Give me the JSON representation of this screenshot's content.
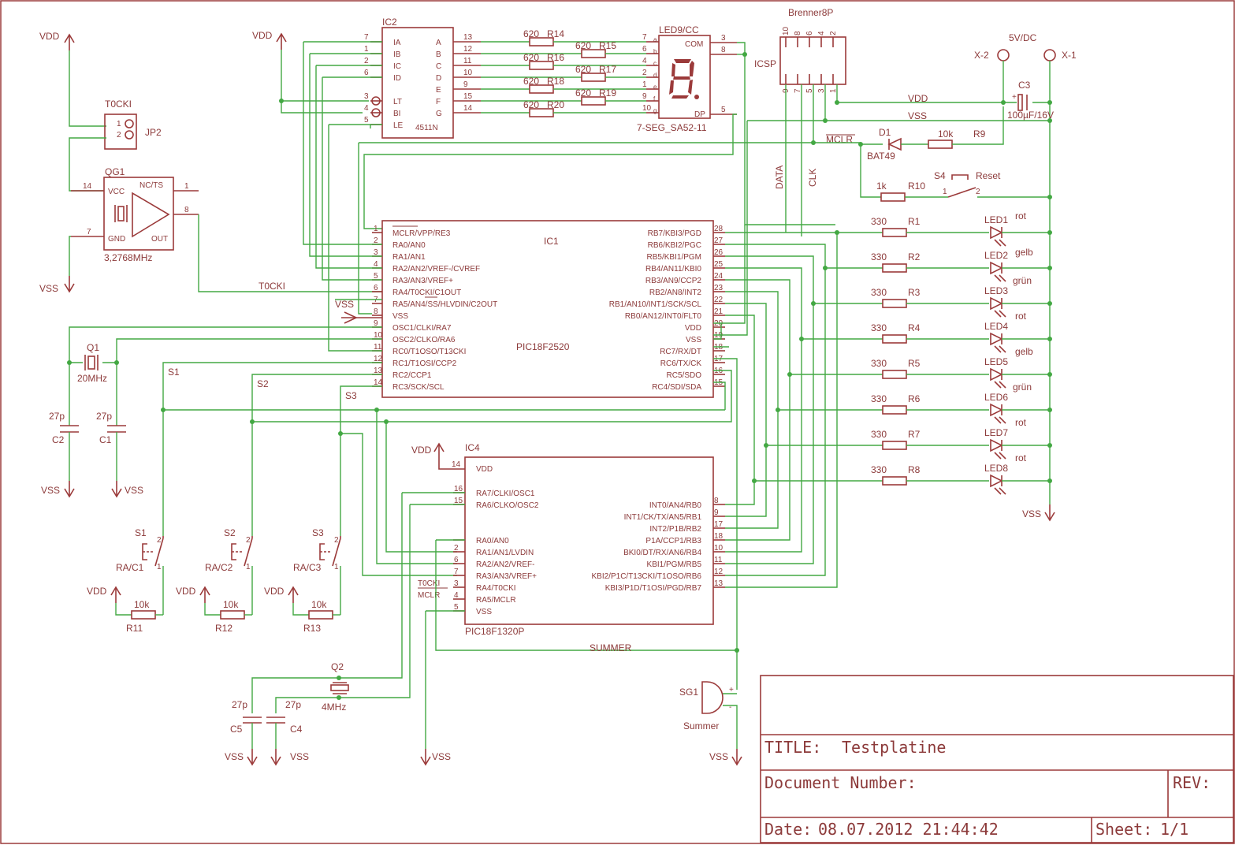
{
  "colors": {
    "wire": "#43a843",
    "symbol": "#9b3a3a",
    "text": "#8c3a3a",
    "background": "#ffffff"
  },
  "ic2": {
    "name": "IC2",
    "part": "4511N",
    "left_pins": [
      {
        "num": "7",
        "label": "IA"
      },
      {
        "num": "1",
        "label": "IB"
      },
      {
        "num": "2",
        "label": "IC"
      },
      {
        "num": "6",
        "label": "ID"
      },
      {
        "num": "3",
        "label": "LT"
      },
      {
        "num": "4",
        "label": "BI"
      },
      {
        "num": "5",
        "label": "LE"
      }
    ],
    "right_pins": [
      {
        "num": "13",
        "label": "A"
      },
      {
        "num": "12",
        "label": "B"
      },
      {
        "num": "11",
        "label": "C"
      },
      {
        "num": "10",
        "label": "D"
      },
      {
        "num": "9",
        "label": "E"
      },
      {
        "num": "15",
        "label": "F"
      },
      {
        "num": "14",
        "label": "G"
      }
    ]
  },
  "segment_resistors": [
    {
      "name": "R14",
      "value": "620"
    },
    {
      "name": "R15",
      "value": "620"
    },
    {
      "name": "R16",
      "value": "620"
    },
    {
      "name": "R17",
      "value": "620"
    },
    {
      "name": "R18",
      "value": "620"
    },
    {
      "name": "R19",
      "value": "620"
    },
    {
      "name": "R20",
      "value": "620"
    }
  ],
  "led9": {
    "name": "LED9/CC",
    "part": "7-SEG_SA52-11",
    "com": "COM",
    "dp": "DP",
    "pins_left": [
      {
        "num": "7",
        "seg": "a"
      },
      {
        "num": "6",
        "seg": "b"
      },
      {
        "num": "4",
        "seg": "c"
      },
      {
        "num": "2",
        "seg": "d"
      },
      {
        "num": "1",
        "seg": "e"
      },
      {
        "num": "9",
        "seg": "f"
      },
      {
        "num": "10",
        "seg": "g"
      }
    ],
    "pins_right": [
      "3",
      "8",
      "5"
    ]
  },
  "icsp": {
    "name": "Brenner8P",
    "label": "ICSP",
    "top_pins": [
      "10",
      "8",
      "6",
      "4",
      "2"
    ],
    "bottom_pins": [
      "9",
      "7",
      "5",
      "3",
      "1"
    ],
    "data": "DATA",
    "clk": "CLK"
  },
  "power": {
    "connector": "5V/DC",
    "x2": "X-2",
    "x1": "X-1",
    "c3_name": "C3",
    "c3_value": "100µF/16V",
    "vdd": "VDD",
    "vss": "VSS",
    "mclr": "MCLR",
    "d1_name": "D1",
    "d1_part": "BAT49",
    "r9_value": "10k",
    "r9_name": "R9",
    "s4_name": "S4",
    "s4_label": "Reset",
    "s4_pin1": "1",
    "s4_pin2": "2",
    "r10_value": "1k",
    "r10_name": "R10"
  },
  "jp2": {
    "header": "T0CKI",
    "name": "JP2",
    "pin1": "1",
    "pin2": "2"
  },
  "qg1": {
    "name": "QG1",
    "vcc": "VCC",
    "ncts": "NC/TS",
    "gnd": "GND",
    "out": "OUT",
    "freq": "3,2768MHz",
    "pin14": "14",
    "pin1": "1",
    "pin7": "7",
    "pin8": "8",
    "t0cki": "T0CKI"
  },
  "ic1": {
    "name": "IC1",
    "part": "PIC18F2520",
    "left_pins": [
      {
        "num": "1",
        "label": "MCLR/VPP/RE3"
      },
      {
        "num": "2",
        "label": "RA0/AN0"
      },
      {
        "num": "3",
        "label": "RA1/AN1"
      },
      {
        "num": "4",
        "label": "RA2/AN2/VREF-/CVREF"
      },
      {
        "num": "5",
        "label": "RA3/AN3/VREF+"
      },
      {
        "num": "6",
        "label": "RA4/T0CKI/C1OUT"
      },
      {
        "num": "7",
        "label": "RA5/AN4/SS/HLVDIN/C2OUT"
      },
      {
        "num": "8",
        "label": "VSS"
      },
      {
        "num": "9",
        "label": "OSC1/CLKI/RA7"
      },
      {
        "num": "10",
        "label": "OSC2/CLKO/RA6"
      },
      {
        "num": "11",
        "label": "RC0/T1OSO/T13CKI"
      },
      {
        "num": "12",
        "label": "RC1/T1OSI/CCP2"
      },
      {
        "num": "13",
        "label": "RC2/CCP1"
      },
      {
        "num": "14",
        "label": "RC3/SCK/SCL"
      }
    ],
    "right_pins": [
      {
        "num": "28",
        "label": "RB7/KBI3/PGD"
      },
      {
        "num": "27",
        "label": "RB6/KBI2/PGC"
      },
      {
        "num": "26",
        "label": "RB5/KBI1/PGM"
      },
      {
        "num": "25",
        "label": "RB4/AN11/KBI0"
      },
      {
        "num": "24",
        "label": "RB3/AN9/CCP2"
      },
      {
        "num": "23",
        "label": "RB2/AN8/INT2"
      },
      {
        "num": "22",
        "label": "RB1/AN10/INT1/SCK/SCL"
      },
      {
        "num": "21",
        "label": "RB0/AN12/INT0/FLT0"
      },
      {
        "num": "20",
        "label": "VDD"
      },
      {
        "num": "19",
        "label": "VSS"
      },
      {
        "num": "18",
        "label": "RC7/RX/DT"
      },
      {
        "num": "17",
        "label": "RC6/TX/CK"
      },
      {
        "num": "16",
        "label": "RC5/SDO"
      },
      {
        "num": "15",
        "label": "RC4/SDI/SDA"
      }
    ]
  },
  "q1": {
    "name": "Q1",
    "freq": "20MHz"
  },
  "c1": {
    "name": "C1",
    "value": "27p"
  },
  "c2": {
    "name": "C2",
    "value": "27p"
  },
  "switch_nets": [
    "S1",
    "S2",
    "S3"
  ],
  "leds": [
    {
      "rname": "R1",
      "rval": "330",
      "lname": "LED1",
      "color": "rot"
    },
    {
      "rname": "R2",
      "rval": "330",
      "lname": "LED2",
      "color": "gelb"
    },
    {
      "rname": "R3",
      "rval": "330",
      "lname": "LED3",
      "color": "grün"
    },
    {
      "rname": "R4",
      "rval": "330",
      "lname": "LED4",
      "color": "rot"
    },
    {
      "rname": "R5",
      "rval": "330",
      "lname": "LED5",
      "color": "gelb"
    },
    {
      "rname": "R6",
      "rval": "330",
      "lname": "LED6",
      "color": "grün"
    },
    {
      "rname": "R7",
      "rval": "330",
      "lname": "LED7",
      "color": "rot"
    },
    {
      "rname": "R8",
      "rval": "330",
      "lname": "LED8",
      "color": "rot"
    }
  ],
  "ic4": {
    "name": "IC4",
    "part": "PIC18F1320P",
    "vdd": "VDD",
    "vdd_pin": "14",
    "left_pins": [
      {
        "num": "16",
        "label": "RA7/CLKI/OSC1"
      },
      {
        "num": "15",
        "label": "RA6/CLKO/OSC2"
      },
      {
        "num": "",
        "label": "RA0/AN0"
      },
      {
        "num": "2",
        "label": "RA1/AN1/LVDIN"
      },
      {
        "num": "6",
        "label": "RA2/AN2/VREF-"
      },
      {
        "num": "7",
        "label": "RA3/AN3/VREF+"
      },
      {
        "num": "3",
        "label": "RA4/T0CKI"
      },
      {
        "num": "4",
        "label": "RA5/MCLR"
      },
      {
        "num": "5",
        "label": "VSS"
      }
    ],
    "right_pins": [
      {
        "num": "8",
        "label": "INT0/AN4/RB0"
      },
      {
        "num": "9",
        "label": "INT1/CK/TX/AN5/RB1"
      },
      {
        "num": "17",
        "label": "INT2/P1B/RB2"
      },
      {
        "num": "18",
        "label": "P1A/CCP1/RB3"
      },
      {
        "num": "10",
        "label": "BKI0/DT/RX/AN6/RB4"
      },
      {
        "num": "11",
        "label": "KBI1/PGM/RB5"
      },
      {
        "num": "12",
        "label": "KBI2/P1C/T13CKI/T1OSO/RB6"
      },
      {
        "num": "13",
        "label": "KBI3/P1D/T1OSI/PGD/RB7"
      }
    ],
    "t0cki": "T0CKI",
    "mclr": "MCLR"
  },
  "switches": [
    {
      "name": "S1",
      "label": "RA/C1",
      "rname": "R11",
      "rval": "10k",
      "pin1": "1",
      "pin2": "2"
    },
    {
      "name": "S2",
      "label": "RA/C2",
      "rname": "R12",
      "rval": "10k",
      "pin1": "1",
      "pin2": "2"
    },
    {
      "name": "S3",
      "label": "RA/C3",
      "rname": "R13",
      "rval": "10k",
      "pin1": "1",
      "pin2": "2"
    }
  ],
  "q2": {
    "name": "Q2",
    "freq": "4MHz"
  },
  "c4": {
    "name": "C4",
    "value": "27p"
  },
  "c5": {
    "name": "C5",
    "value": "27p"
  },
  "summer": {
    "net": "SUMMER",
    "name": "SG1",
    "label": "Summer",
    "plus": "+",
    "minus": "-"
  },
  "titleblock": {
    "title_label": "TITLE:",
    "title": "Testplatine",
    "docnum_label": "Document Number:",
    "rev_label": "REV:",
    "date_label": "Date:",
    "date": "08.07.2012 21:44:42",
    "sheet_label": "Sheet:",
    "sheet": "1/1"
  }
}
